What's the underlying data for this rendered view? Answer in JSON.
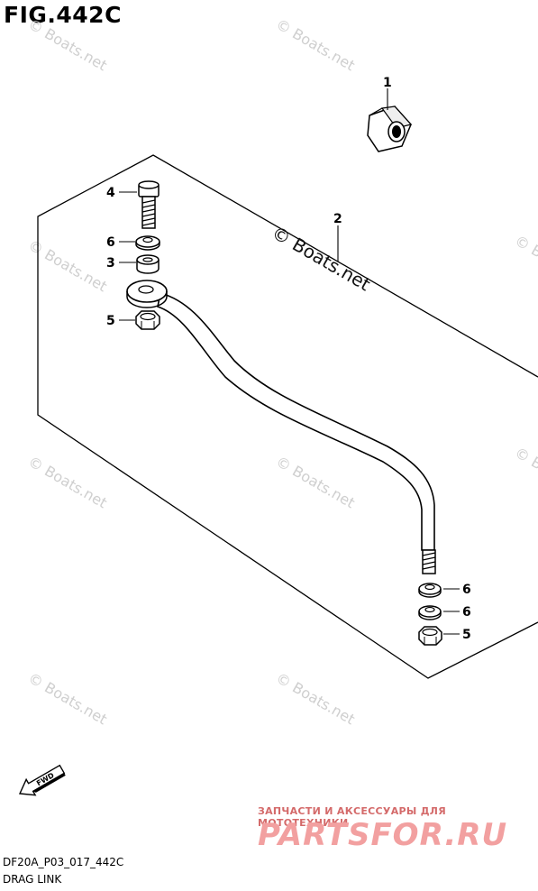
{
  "figure": {
    "title": "FIG.442C",
    "code": "DF20A_P03_017_442C",
    "name": "DRAG LINK"
  },
  "callouts": [
    {
      "id": "1",
      "label": "1"
    },
    {
      "id": "2",
      "label": "2"
    },
    {
      "id": "4",
      "label": "4"
    },
    {
      "id": "6a",
      "label": "6"
    },
    {
      "id": "3",
      "label": "3"
    },
    {
      "id": "5a",
      "label": "5"
    },
    {
      "id": "6b",
      "label": "6"
    },
    {
      "id": "6c",
      "label": "6"
    },
    {
      "id": "5b",
      "label": "5"
    }
  ],
  "direction_label": "FWD",
  "watermarks": {
    "main": "© Boats.net",
    "faint": "© Boats.net"
  },
  "promo": {
    "subtitle": "ЗАПЧАСТИ И АКСЕССУАРЫ ДЛЯ МОТОТЕХНИКИ",
    "brand": "PARTSFOR.RU"
  }
}
